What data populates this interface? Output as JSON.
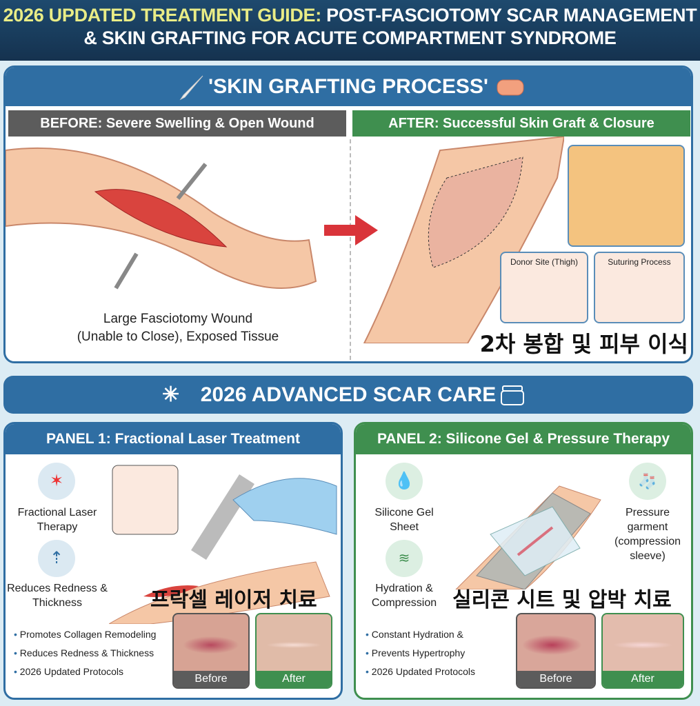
{
  "header": {
    "title_highlight": "2026 UPDATED TREATMENT GUIDE:",
    "title_rest": " POST-FASCIOTOMY SCAR MANAGEMENT",
    "title_line2": "& SKIN GRAFTING FOR ACUTE COMPARTMENT SYNDROME"
  },
  "grafting": {
    "title": "'SKIN GRAFTING PROCESS'",
    "before_label": "BEFORE: Severe Swelling & Open Wound",
    "after_label": "AFTER: Successful Skin Graft & Closure",
    "before_caption_1": "Large Fasciotomy Wound",
    "before_caption_2": "(Unable to Close), Exposed Tissue",
    "donor_site": "Donor Site (Thigh)",
    "suturing": "Suturing Process",
    "korean_caption": "2차 봉합 및 피부 이식"
  },
  "scar_care": {
    "title": "2026 ADVANCED SCAR CARE"
  },
  "panel1": {
    "title": "PANEL 1: Fractional Laser Treatment",
    "icon1_label": "Fractional Laser Therapy",
    "icon2_label": "Reduces Redness & Thickness",
    "korean_caption": "프락셀 레이저 치료",
    "bullets": [
      "Promotes Collagen Remodeling",
      "Reduces Redness & Thickness",
      "2026 Updated Protocols"
    ],
    "before": "Before",
    "after": "After"
  },
  "panel2": {
    "title": "PANEL 2: Silicone Gel & Pressure Therapy",
    "icon1_label": "Silicone Gel Sheet",
    "icon2_label": "Hydration & Compression",
    "icon3_label": "Pressure garment (compression sleeve)",
    "korean_caption": "실리콘 시트 및 압박 치료",
    "bullets": [
      "Constant Hydration &",
      "Prevents Hypertrophy",
      "2026 Updated Protocols"
    ],
    "before": "Before",
    "after": "After"
  },
  "colors": {
    "navy": "#1e4a6e",
    "blue": "#2f6ea3",
    "green": "#3f8f4f",
    "gray": "#5c5c5c",
    "highlight": "#e9ec86",
    "arrow_red": "#d9343a"
  }
}
